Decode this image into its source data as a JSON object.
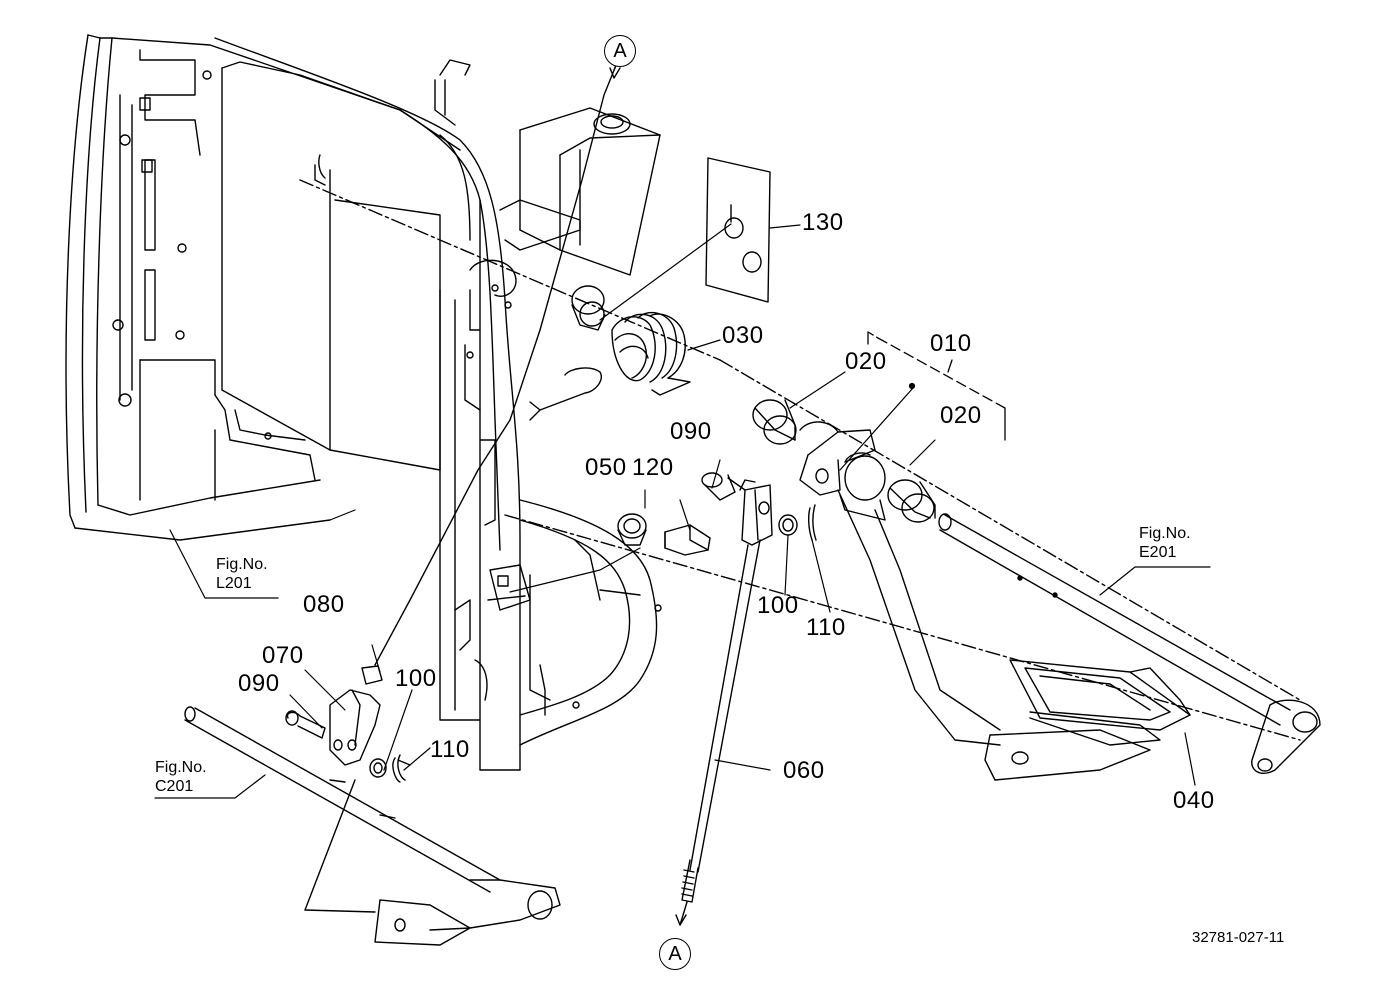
{
  "drawing": {
    "document_number": "32781-027-11",
    "reference_marker": "A",
    "part_labels": {
      "p010": "010",
      "p020a": "020",
      "p020b": "020",
      "p030": "030",
      "p040": "040",
      "p050": "050",
      "p060": "060",
      "p070": "070",
      "p080": "080",
      "p090a": "090",
      "p090b": "090",
      "p100a": "100",
      "p100b": "100",
      "p110a": "110",
      "p110b": "110",
      "p120": "120",
      "p130": "130"
    },
    "figure_refs": {
      "l201": {
        "title": "Fig.No.",
        "code": "L201"
      },
      "e201": {
        "title": "Fig.No.",
        "code": "E201"
      },
      "c201": {
        "title": "Fig.No.",
        "code": "C201"
      }
    }
  }
}
